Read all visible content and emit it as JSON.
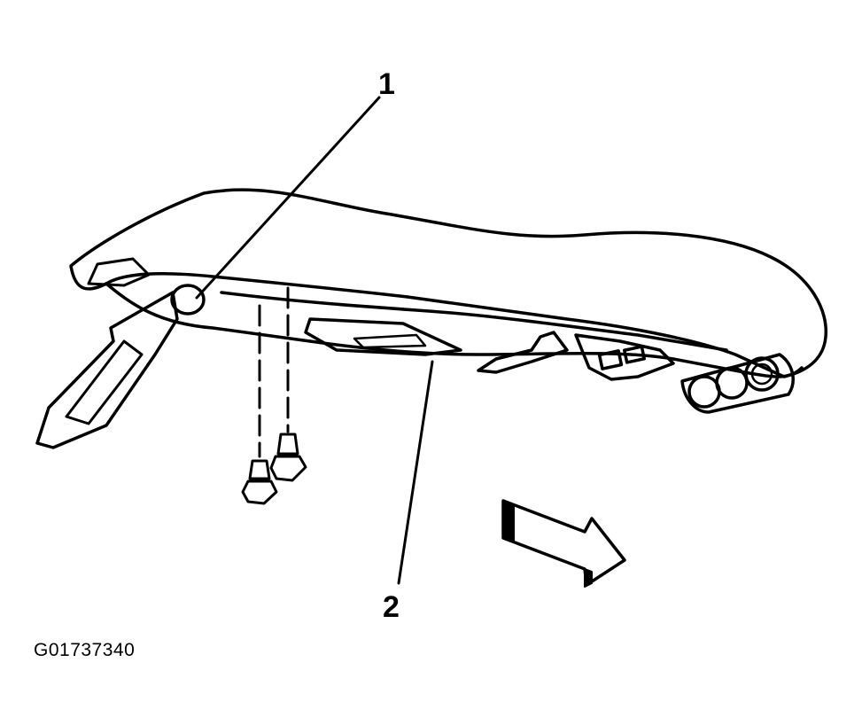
{
  "diagram": {
    "callouts": [
      {
        "number": "1"
      },
      {
        "number": "2"
      }
    ],
    "figure_id": "G01737340",
    "colors": {
      "ink": "#000000",
      "paper": "#ffffff"
    },
    "icons": [
      "direction-arrow-icon"
    ]
  }
}
